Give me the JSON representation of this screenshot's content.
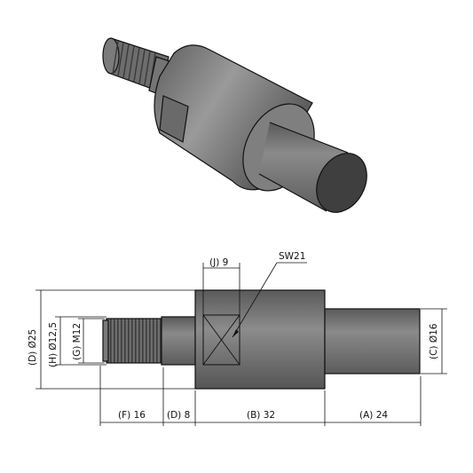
{
  "drawing": {
    "title": "",
    "dimensions": {
      "wrench_size": "SW21",
      "flat_width": "(J) 9",
      "dia_collar": "(D) Ø25",
      "dia_neck": "(H) Ø12,5",
      "thread": "(G) M12",
      "dia_shaft": "(C) Ø16",
      "len_thread": "(F) 16",
      "len_neck": "(D) 8",
      "len_collar": "(B) 32",
      "len_shaft": "(A) 24"
    }
  },
  "colors": {
    "part_light": "#8e8e8e",
    "part_mid": "#6f6f6f",
    "part_dark": "#444444",
    "line": "#111111"
  },
  "icons": {
    "iso_view": "isometric-part-view",
    "side_view": "side-view-part"
  }
}
